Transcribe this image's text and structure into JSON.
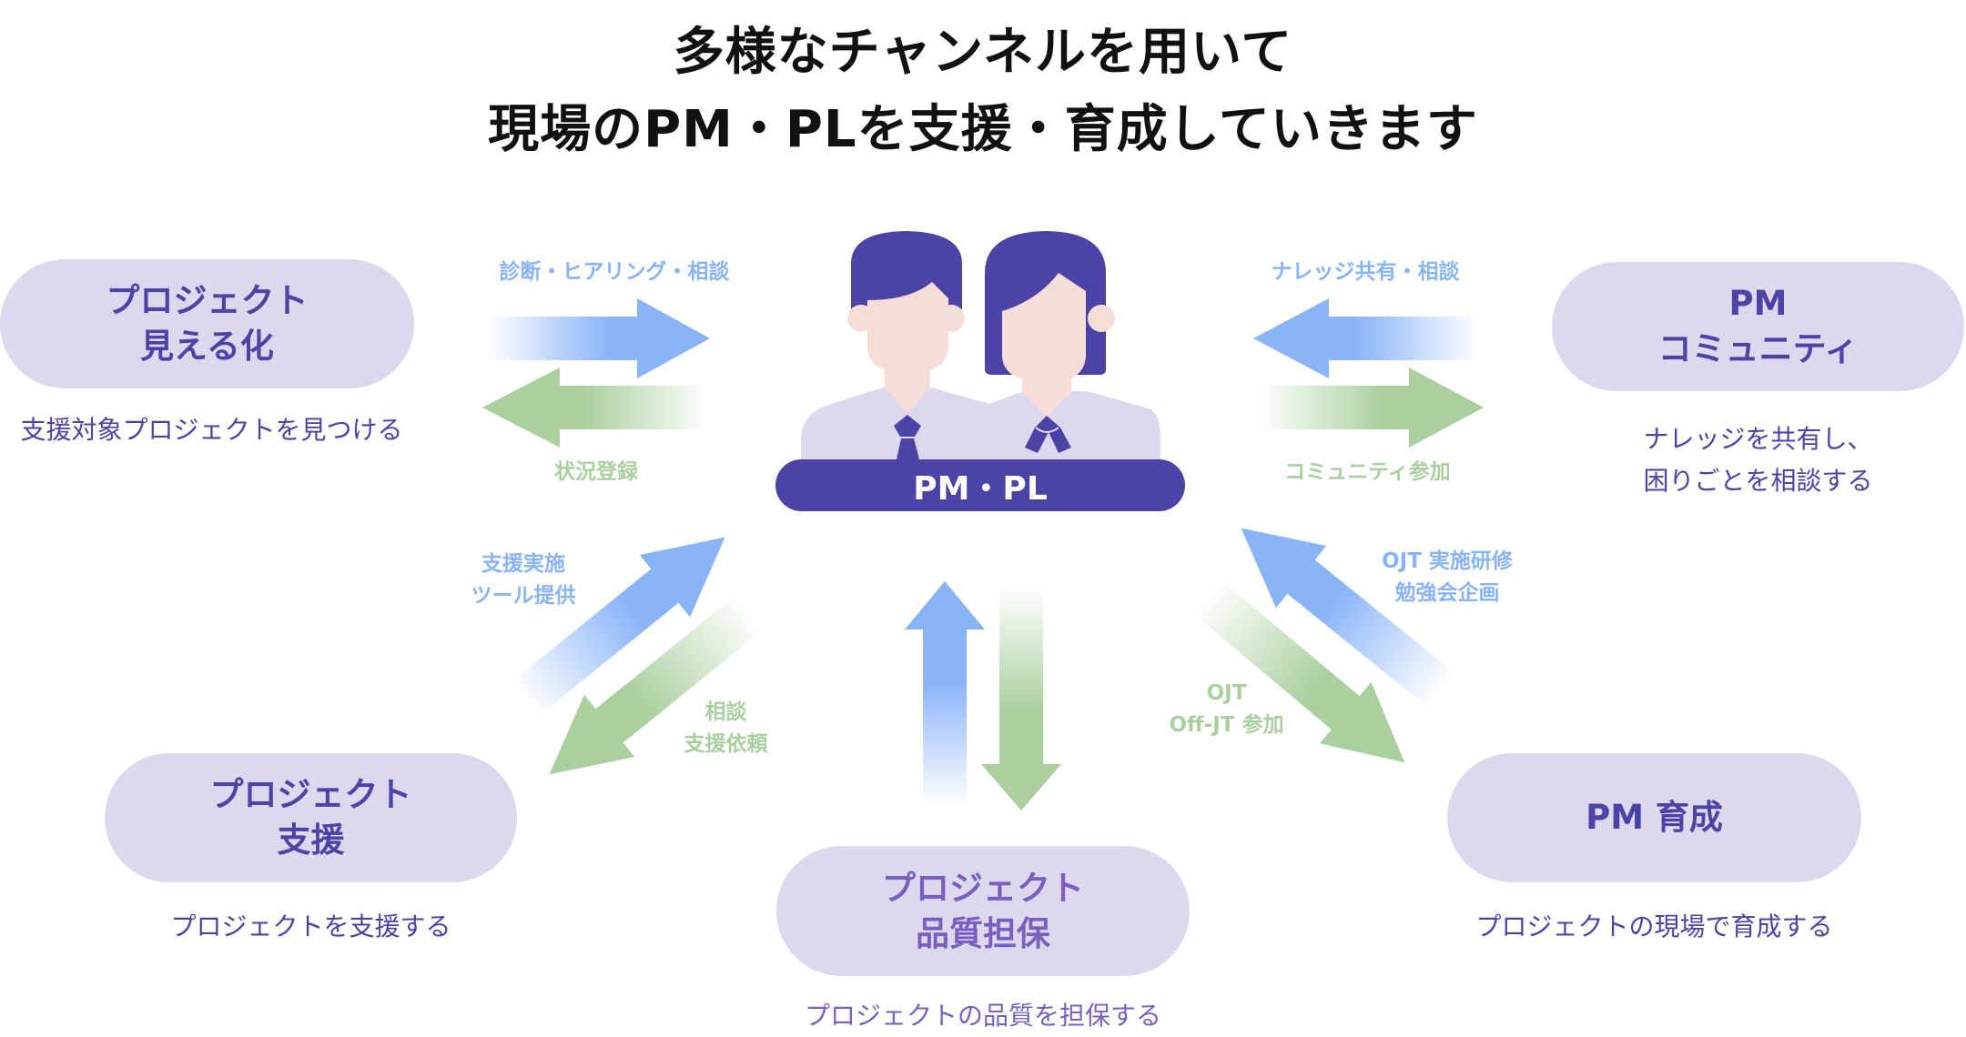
{
  "title": {
    "line1": "多様なチャンネルを用いて",
    "line2": "現場のPM・PLを支援・育成していきます"
  },
  "center": {
    "label": "PM・PL",
    "icons": [
      "male-person-icon",
      "female-person-icon"
    ]
  },
  "nodes": {
    "visualize": {
      "line1": "プロジェクト",
      "line2": "見える化",
      "desc": "支援対象プロジェクトを見つける"
    },
    "community": {
      "line1": "PM",
      "line2": "コミュニティ",
      "desc1": "ナレッジを共有し、",
      "desc2": "困りごとを相談する"
    },
    "support": {
      "line1": "プロジェクト",
      "line2": "支援",
      "desc": "プロジェクトを支援する"
    },
    "quality": {
      "line1": "プロジェクト",
      "line2": "品質担保",
      "desc": "プロジェクトの品質を担保する"
    },
    "training": {
      "line1": "PM 育成",
      "desc": "プロジェクトの現場で育成する"
    }
  },
  "flows": {
    "visualize_out": "診断・ヒアリング・相談",
    "visualize_in": "状況登録",
    "community_out": "ナレッジ共有・相談",
    "community_in": "コミュニティ参加",
    "support_out_1": "支援実施",
    "support_out_2": "ツール提供",
    "support_in_1": "相談",
    "support_in_2": "支援依頼",
    "training_out_1": "OJT 実施研修",
    "training_out_2": "勉強会企画",
    "training_in_1": "OJT",
    "training_in_2": "Off-JT 参加"
  },
  "colors": {
    "primary": "#4c43a6",
    "pill_bg": "#dcd9ee",
    "blue_arrow": "#8ab4f8",
    "green_arrow": "#abd0a0",
    "skin": "#f7ddd8",
    "shirt": "#dcd9ee"
  }
}
